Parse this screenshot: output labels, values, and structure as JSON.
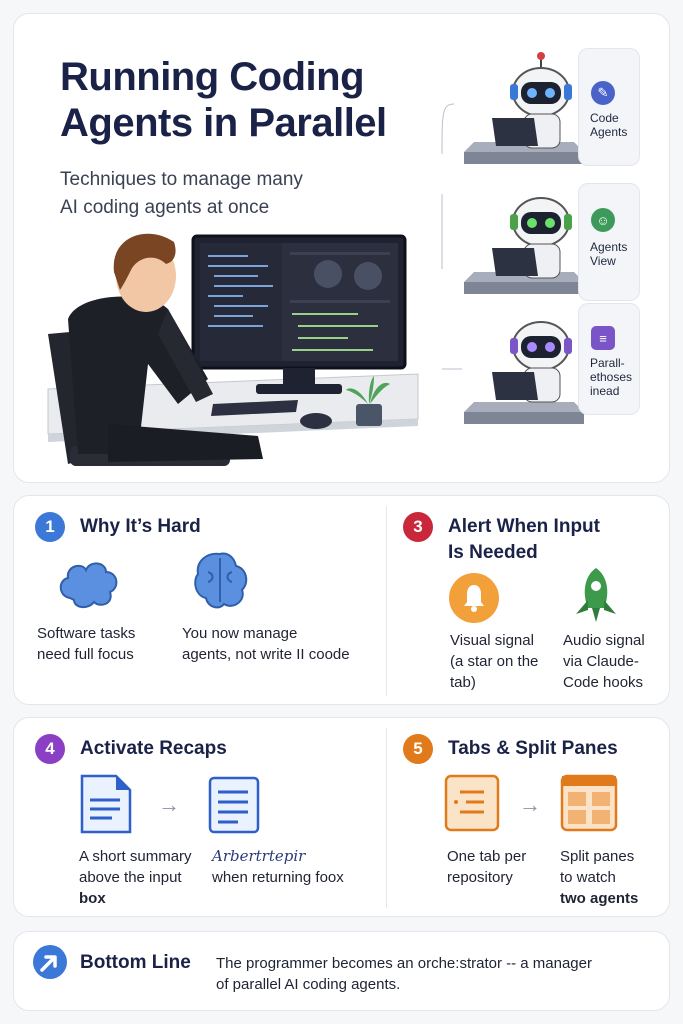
{
  "hero": {
    "title_line1": "Running Coding",
    "title_line2": "Agents in Parallel",
    "subtitle_line1": "Techniques to manage many",
    "subtitle_line2": "AI coding agents at once"
  },
  "agents": [
    {
      "label_line1": "Code",
      "label_line2": "Agents",
      "color": "#4a63c9"
    },
    {
      "label_line1": "Agents",
      "label_line2": "View",
      "color": "#3d9a5b"
    },
    {
      "label_line1": "Parall-",
      "label_line2": "ethoses",
      "label_line3": "inead",
      "color": "#7a55c8"
    }
  ],
  "sections": {
    "why": {
      "number": "1",
      "title": "Why It’s Hard",
      "item1_line1": "Software tasks",
      "item1_line2": "need full focus",
      "item2_line1": "You now manage",
      "item2_line2": "agents, not write II coode",
      "color": "#3c78d8"
    },
    "alert": {
      "number": "3",
      "title_line1": "Alert When Input",
      "title_line2": "Is Needed",
      "item1_line1": "Visual signal",
      "item1_line2": "(a star on the",
      "item1_line3": "tab)",
      "item2_line1": "Audio signal",
      "item2_line2": "via Claude-",
      "item2_line3": "Code hooks",
      "color": "#c9283a"
    },
    "recaps": {
      "number": "4",
      "title": "Activate Recaps",
      "item1_line1": "A short summary",
      "item1_line2": "above the input",
      "item1_line3": "box",
      "item2_line1": "Arbertrtepir",
      "item2_line2": "when returning foox",
      "color": "#8a3fc4"
    },
    "tabs": {
      "number": "5",
      "title": "Tabs & Split Panes",
      "item1_line1": "One tab per",
      "item1_line2": "repository",
      "item2_line1": "Split panes",
      "item2_line2": "to watch",
      "item2_line3": "two agents",
      "color": "#e07a1a"
    }
  },
  "bottom": {
    "title": "Bottom Line",
    "text_line1": "The programmer becomes an orche:strator -- a manager",
    "text_line2": "of parallel AI coding agents."
  }
}
